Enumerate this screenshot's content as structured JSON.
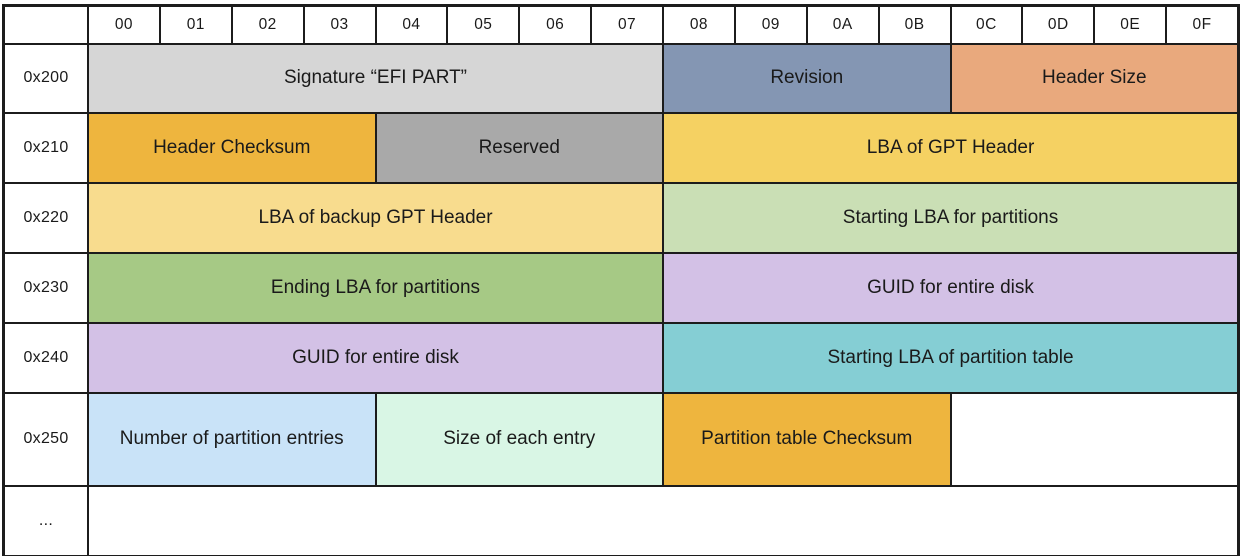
{
  "table": {
    "corner_label": "",
    "byte_columns": [
      "00",
      "01",
      "02",
      "03",
      "04",
      "05",
      "06",
      "07",
      "08",
      "09",
      "0A",
      "0B",
      "0C",
      "0D",
      "0E",
      "0F"
    ],
    "border_color": "#1c1c1c",
    "rows": [
      {
        "offset": "0x200",
        "cells": [
          {
            "label": "Signature “EFI PART”",
            "span": 8,
            "color": "#d6d6d6"
          },
          {
            "label": "Revision",
            "span": 4,
            "color": "#8496b3"
          },
          {
            "label": "Header Size",
            "span": 4,
            "color": "#e9a97d"
          }
        ]
      },
      {
        "offset": "0x210",
        "cells": [
          {
            "label": "Header Checksum",
            "span": 4,
            "color": "#eeb53e"
          },
          {
            "label": "Reserved",
            "span": 4,
            "color": "#a9a9a9"
          },
          {
            "label": "LBA of GPT Header",
            "span": 8,
            "color": "#f5d162"
          }
        ]
      },
      {
        "offset": "0x220",
        "cells": [
          {
            "label": "LBA of backup GPT Header",
            "span": 8,
            "color": "#f8dc8e"
          },
          {
            "label": "Starting LBA for partitions",
            "span": 8,
            "color": "#cadfb5"
          }
        ]
      },
      {
        "offset": "0x230",
        "cells": [
          {
            "label": "Ending LBA for partitions",
            "span": 8,
            "color": "#a6c985"
          },
          {
            "label": "GUID for entire disk",
            "span": 8,
            "color": "#d3c1e6"
          }
        ]
      },
      {
        "offset": "0x240",
        "cells": [
          {
            "label": "GUID for entire disk",
            "span": 8,
            "color": "#d3c1e6"
          },
          {
            "label": "Starting LBA of partition table",
            "span": 8,
            "color": "#85ced4"
          }
        ]
      },
      {
        "offset": "0x250",
        "cells": [
          {
            "label": "Number of partition entries",
            "span": 4,
            "color": "#c9e3f8"
          },
          {
            "label": "Size of each entry",
            "span": 4,
            "color": "#d9f6e5"
          },
          {
            "label": "Partition table Checksum",
            "span": 4,
            "color": "#eeb53e"
          },
          {
            "label": "",
            "span": 4,
            "color": "#ffffff"
          }
        ]
      },
      {
        "offset": "...",
        "cells": [
          {
            "label": "",
            "span": 16,
            "color": "#ffffff"
          }
        ]
      }
    ]
  }
}
